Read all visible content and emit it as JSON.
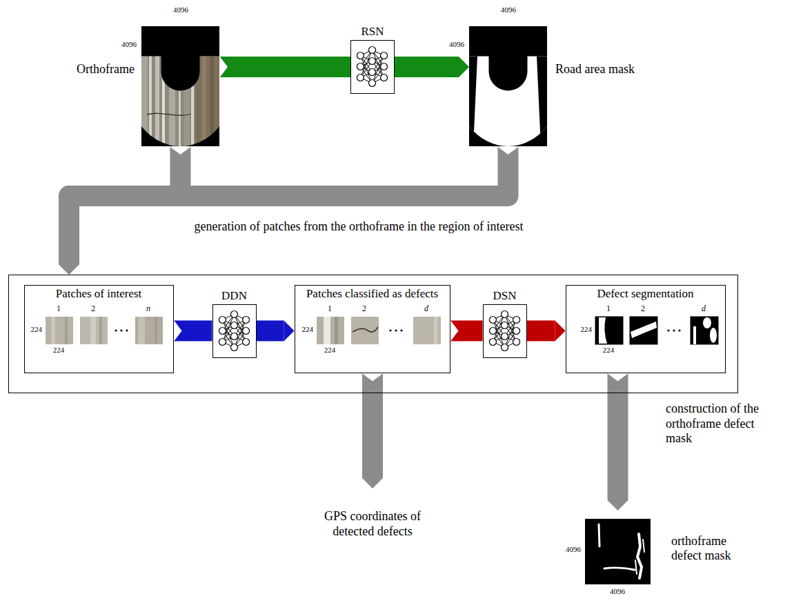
{
  "diagram": {
    "nodes": [
      {
        "text": [
          "Orthoframe"
        ]
      },
      {
        "text": [
          "RSN"
        ]
      },
      {
        "text": [
          "Road area mask"
        ]
      },
      {
        "text": []
      },
      {
        "text": [
          "Patches of interest"
        ],
        "in": 3
      },
      {
        "text": [
          "DDN"
        ],
        "in": 3
      },
      {
        "text": [
          "Patches classified as defects"
        ],
        "in": 3
      },
      {
        "text": [
          "DSN"
        ],
        "in": 3
      },
      {
        "text": [
          "Defect segmentation"
        ],
        "in": 3
      },
      {
        "text": [
          "GPS coordinates of detected defects"
        ]
      },
      {
        "text": [
          "orthoframe defect mask"
        ]
      }
    ],
    "edges": [
      {
        "from": 0,
        "to": 1,
        "arrow": "none"
      },
      {
        "from": 1,
        "to": 2,
        "arrow": "to"
      },
      {
        "from": 0,
        "to": 3,
        "arrow": "to",
        "label": "generation of patches from the orthoframe in the region of interest"
      },
      {
        "from": 2,
        "to": 3,
        "arrow": "to"
      },
      {
        "from": 4,
        "to": 5,
        "arrow": "none"
      },
      {
        "from": 5,
        "to": 6,
        "arrow": "to"
      },
      {
        "from": 6,
        "to": 7,
        "arrow": "none"
      },
      {
        "from": 7,
        "to": 8,
        "arrow": "to"
      },
      {
        "from": 6,
        "to": 9,
        "arrow": "to"
      },
      {
        "from": 8,
        "to": 10,
        "arrow": "to",
        "label": "construction of the orthoframe defect mask"
      }
    ],
    "labels": [
      "4096",
      "4096",
      "4096",
      "4096",
      "1",
      "2",
      "n",
      "224",
      "224",
      "1",
      "2",
      "d",
      "224",
      "224",
      "1",
      "2",
      "d",
      "224",
      "224",
      "4096",
      "4096"
    ]
  }
}
